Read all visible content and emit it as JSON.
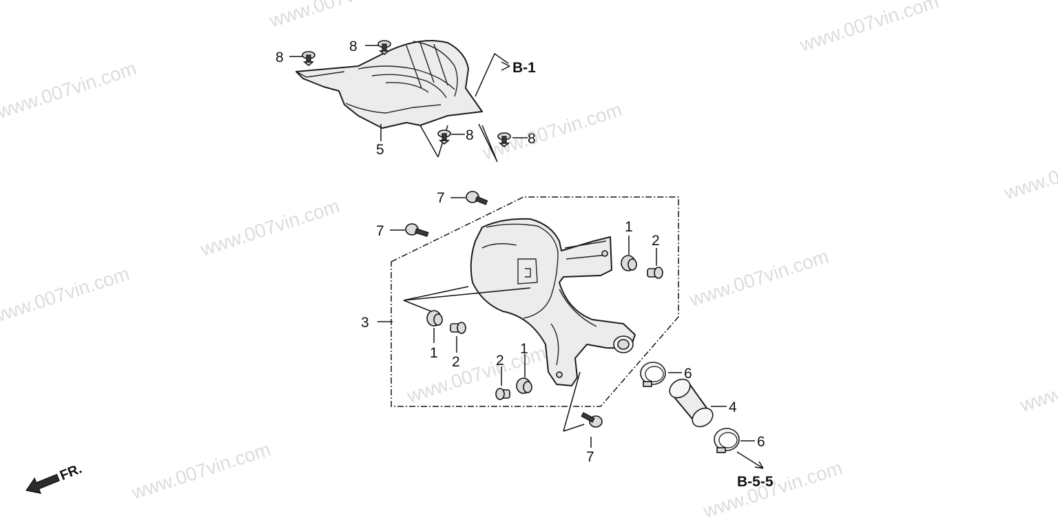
{
  "watermark": "www.007vin.com",
  "callouts": {
    "c1a": "1",
    "c1b": "1",
    "c1c": "1",
    "c2a": "2",
    "c2b": "2",
    "c2c": "2",
    "c3": "3",
    "c4": "4",
    "c5": "5",
    "c6a": "6",
    "c6b": "6",
    "c7a": "7",
    "c7b": "7",
    "c7c": "7",
    "c8a": "8",
    "c8b": "8",
    "c8c": "8",
    "c8d": "8"
  },
  "references": {
    "upper": "B-1",
    "lower": "B-5-5"
  },
  "direction": {
    "label": "FR."
  },
  "colors": {
    "line": "#1a1a1a",
    "part_fill": "#ececec",
    "watermark": "#bfbfbf"
  },
  "icons": [
    "front-direction-arrow-icon",
    "clip-icon",
    "bolt-icon",
    "hose-clamp-icon",
    "hose-icon",
    "rubber-mount-icon",
    "collar-icon"
  ]
}
